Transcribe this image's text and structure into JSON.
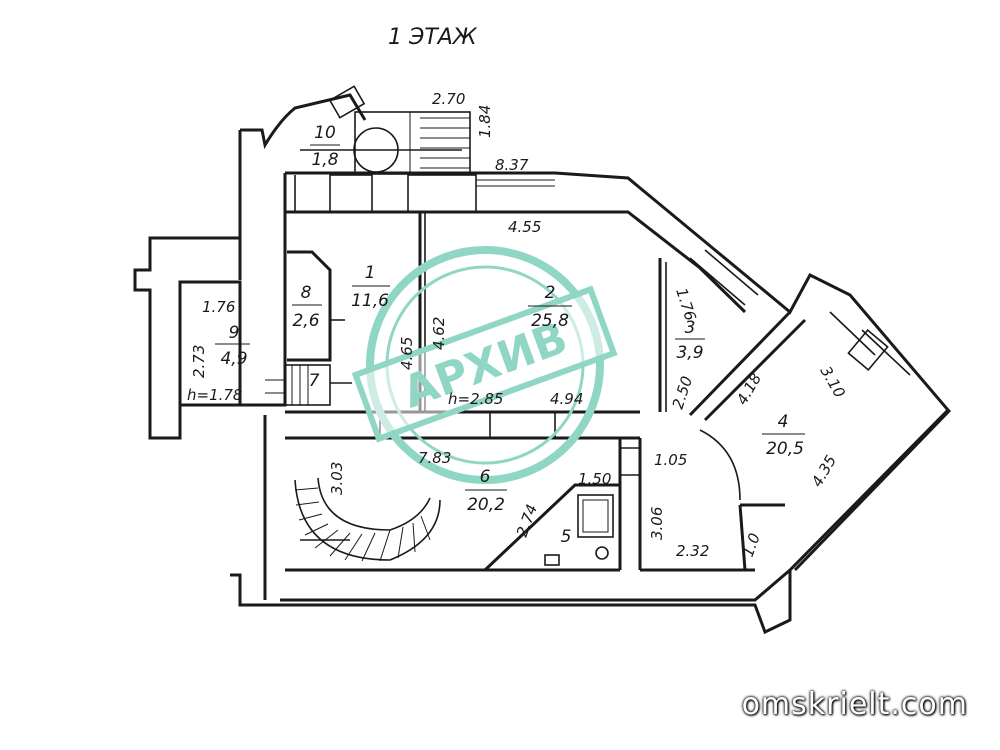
{
  "floor_title": "1 ЭТАЖ",
  "stamp": {
    "text": "АРХИВ",
    "color": "#8fd6c4"
  },
  "rooms": [
    {
      "number": "1",
      "area": "11,6"
    },
    {
      "number": "2",
      "area": "25,8"
    },
    {
      "number": "3",
      "area": "3,9"
    },
    {
      "number": "4",
      "area": "20,5"
    },
    {
      "number": "5"
    },
    {
      "number": "6",
      "area": "20,2"
    },
    {
      "number": "7"
    },
    {
      "number": "8",
      "area": "2,6"
    },
    {
      "number": "9",
      "area": "4,9"
    },
    {
      "number": "10",
      "area": "1,8"
    }
  ],
  "dimensions": {
    "d270": "2.70",
    "d184": "1.84",
    "d837": "8.37",
    "d455": "4.55",
    "d462": "4.62",
    "d465": "4.65",
    "d176a": "1.76",
    "d273": "2.73",
    "h178": "h=1.78",
    "h285": "h=2.85",
    "d494": "4.94",
    "d250": "2.50",
    "d176b": "1.76",
    "d418": "4.18",
    "d310": "3.10",
    "d435": "4.35",
    "d105": "1.05",
    "d306": "3.06",
    "d232": "2.32",
    "d10": "1.0",
    "d783": "7.83",
    "d303": "3.03",
    "d150": "1.50",
    "d274": "2.74"
  },
  "watermark": "omskrielt.com"
}
